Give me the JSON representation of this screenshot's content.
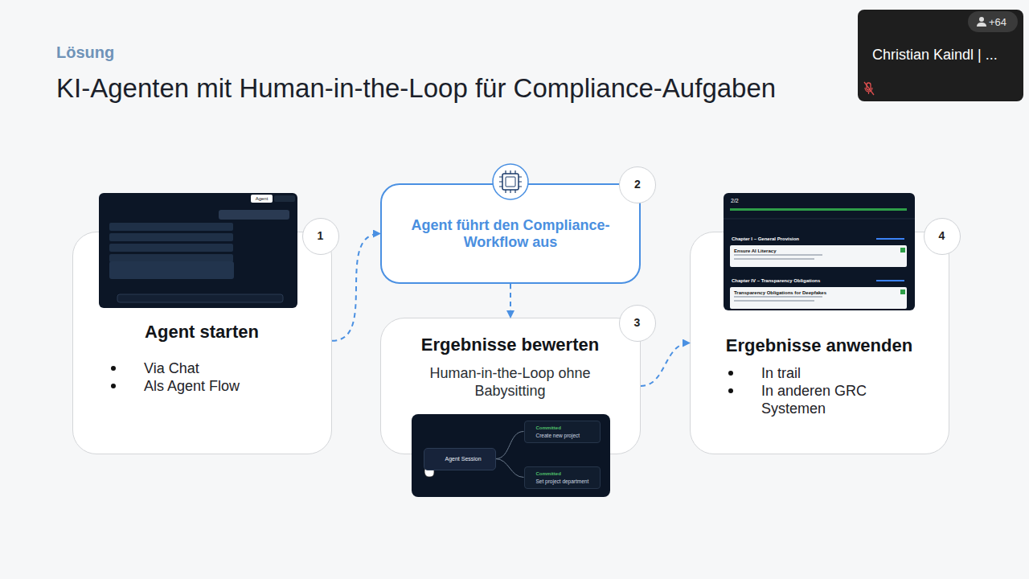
{
  "diagram": {
    "title": "KI-Agenten mit Human-in-the-Loop für Compliance-Aufgaben",
    "nodes": [
      {
        "text": [
          "Agent starten",
          "Via Chat",
          "Als Agent Flow"
        ]
      },
      {
        "text": [
          "1"
        ],
        "in": 0
      },
      {
        "text": [
          "Agent führt den Compliance-Workflow aus"
        ]
      },
      {
        "text": [
          "2"
        ],
        "in": 2
      },
      {
        "text": [
          "Ergebnisse bewerten",
          "Human-in-the-Loop ohne Babysitting"
        ]
      },
      {
        "text": [
          "3"
        ],
        "in": 4
      },
      {
        "text": [
          "Agent Session"
        ],
        "in": 4
      },
      {
        "text": [
          "Committed",
          "Create new project"
        ],
        "in": 4
      },
      {
        "text": [
          "Committed",
          "Set project department"
        ],
        "in": 4
      },
      {
        "text": [
          "Ergebnisse anwenden",
          "In trail",
          "In anderen GRC Systemen"
        ]
      },
      {
        "text": [
          "4"
        ],
        "in": 9
      },
      {
        "text": [
          "Christian Kaindl | ..."
        ]
      }
    ],
    "edges": [
      {
        "from": 0,
        "to": 2,
        "arrow": "to"
      },
      {
        "from": 2,
        "to": 4,
        "arrow": "to"
      },
      {
        "from": 4,
        "to": 9,
        "arrow": "to"
      },
      {
        "from": 6,
        "to": 7,
        "arrow": "none"
      },
      {
        "from": 6,
        "to": 8,
        "arrow": "none"
      }
    ],
    "labels": [
      "Lösung",
      "+64",
      "Agent",
      "2/2",
      "Chapter I – General Provision",
      "Ensure AI Literacy",
      "Chapter IV – Transparency Obligations",
      "Transparency Obligations for Deepfakes"
    ]
  }
}
